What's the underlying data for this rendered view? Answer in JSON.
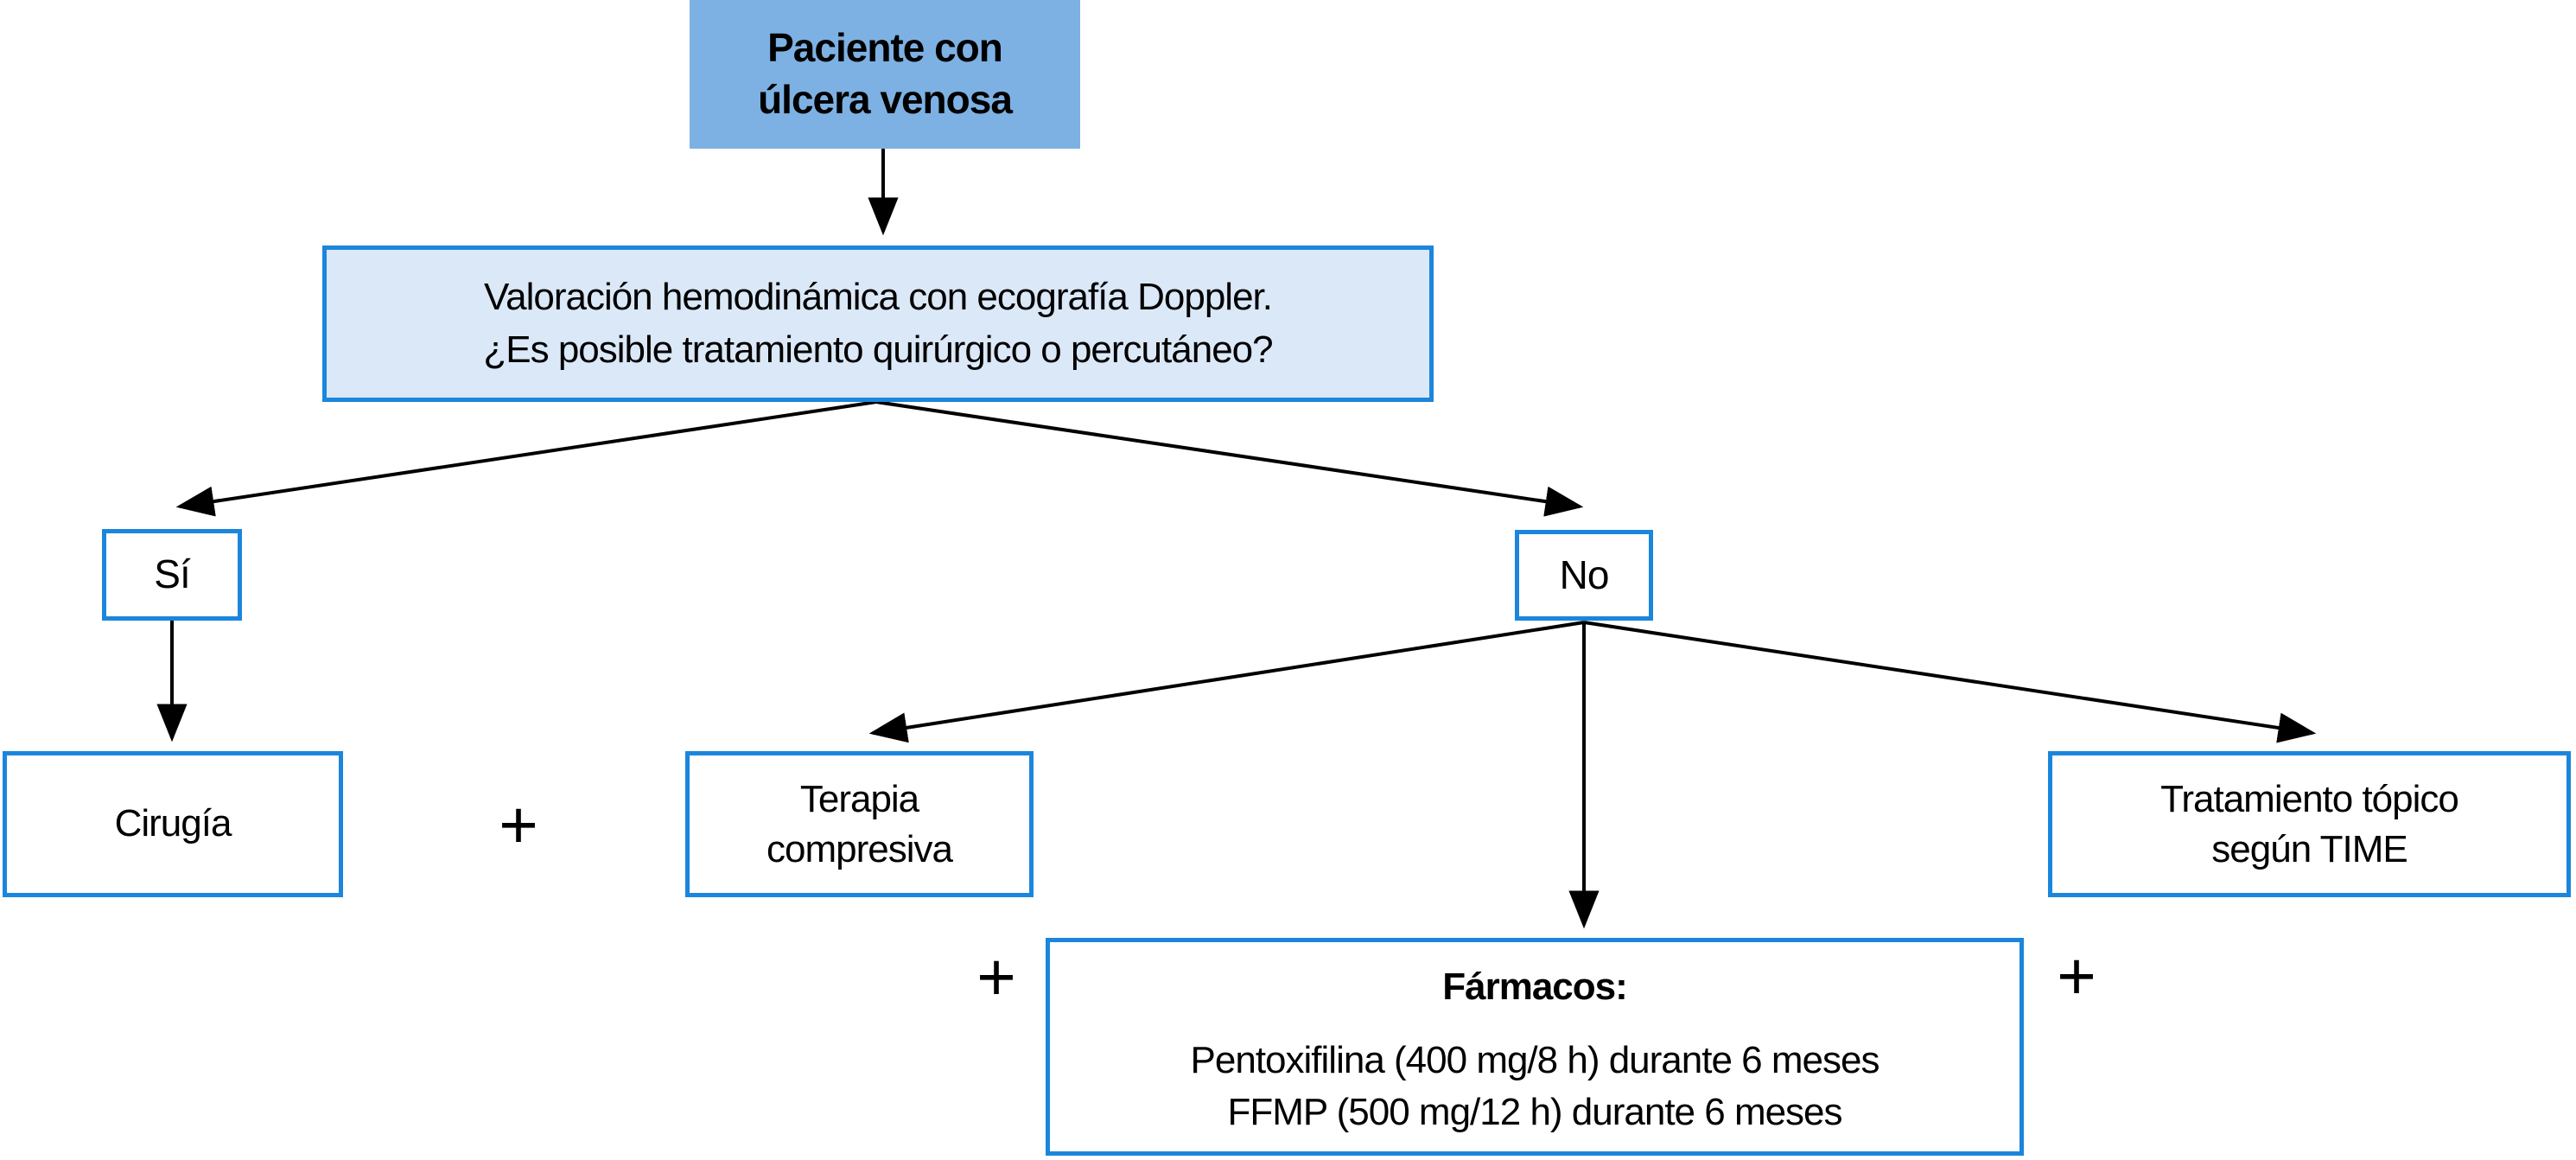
{
  "colors": {
    "fill-strong": "#7db1e3",
    "fill-light": "#dbe8f7",
    "border": "#1b86dc",
    "line": "#000000",
    "text": "#000000"
  },
  "nodes": {
    "patient": {
      "line1": "Paciente con",
      "line2": "úlcera venosa"
    },
    "assessment": {
      "line1": "Valoración hemodinámica con ecografía Doppler.",
      "line2": "¿Es posible tratamiento quirúrgico o percutáneo?"
    },
    "yes": {
      "label": "Sí"
    },
    "no": {
      "label": "No"
    },
    "surgery": {
      "label": "Cirugía"
    },
    "compression": {
      "line1": "Terapia",
      "line2": "compresiva"
    },
    "topical": {
      "line1": "Tratamiento tópico",
      "line2": "según TIME"
    },
    "drugs": {
      "title": "Fármacos:",
      "line1": "Pentoxifilina (400 mg/8 h) durante 6 meses",
      "line2": "FFMP (500 mg/12 h) durante 6 meses"
    }
  },
  "operators": {
    "plus1": "+",
    "plus2": "+",
    "plus3": "+"
  }
}
